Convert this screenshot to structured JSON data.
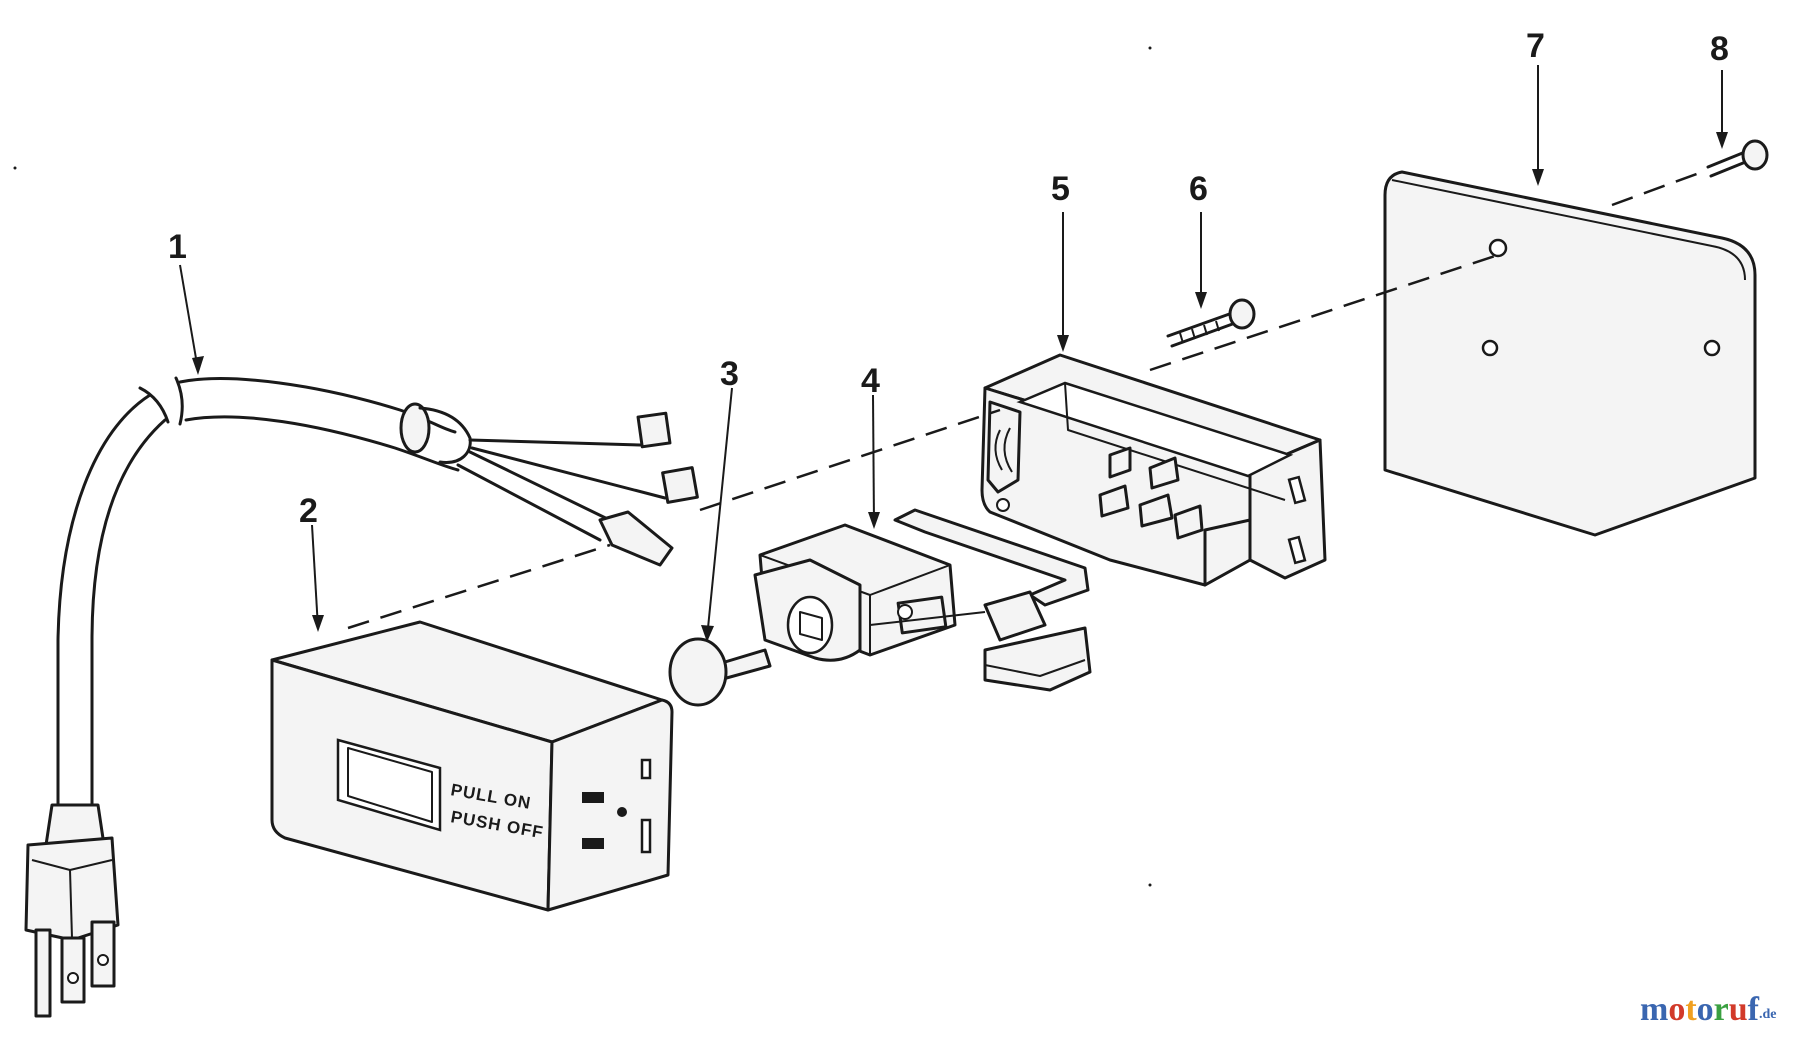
{
  "callouts": [
    "1",
    "2",
    "3",
    "4",
    "5",
    "6",
    "7",
    "8"
  ],
  "switch_labels": {
    "line1": "PULL ON",
    "line2": "PUSH OFF"
  },
  "watermark": {
    "text_main": "motoruf",
    "text_suffix": ".de",
    "colors": [
      "#3a66b0",
      "#d23a2a",
      "#f0a020",
      "#3a66b0",
      "#3aa040",
      "#d23a2a",
      "#3a66b0"
    ]
  }
}
